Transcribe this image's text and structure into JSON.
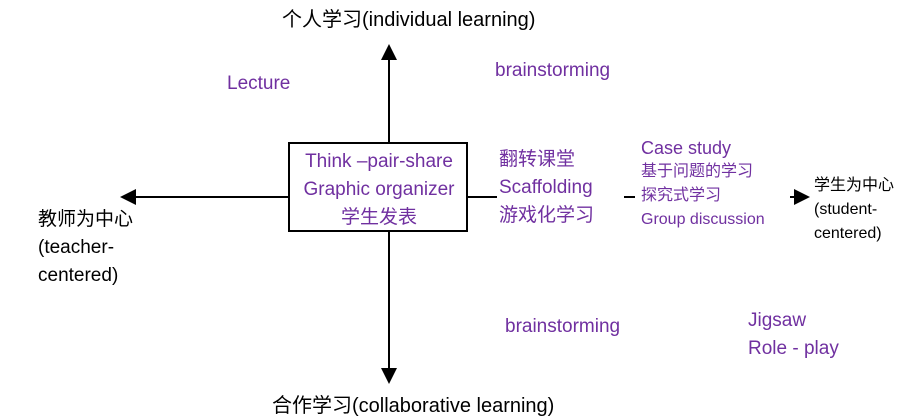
{
  "axes": {
    "top": "个人学习(individual learning)",
    "bottom": "合作学习(collaborative learning)",
    "left": [
      "教师为中心",
      "(teacher-",
      "centered)"
    ],
    "right": [
      "学生为中心",
      "(student-",
      "centered)"
    ]
  },
  "box": [
    "Think –pair-share",
    "Graphic organizer",
    "学生发表"
  ],
  "col2": [
    "翻转课堂",
    "Scaffolding",
    "游戏化学习"
  ],
  "col3": [
    "Case study",
    "基于问题的学习",
    "探究式学习",
    "Group discussion"
  ],
  "lecture": "Lecture",
  "brainstorm_top": "brainstorming",
  "brainstorm_bottom": "brainstorming",
  "jigsaw": "Jigsaw",
  "roleplay": "Role - play",
  "colors": {
    "purple": "#7030A0"
  }
}
